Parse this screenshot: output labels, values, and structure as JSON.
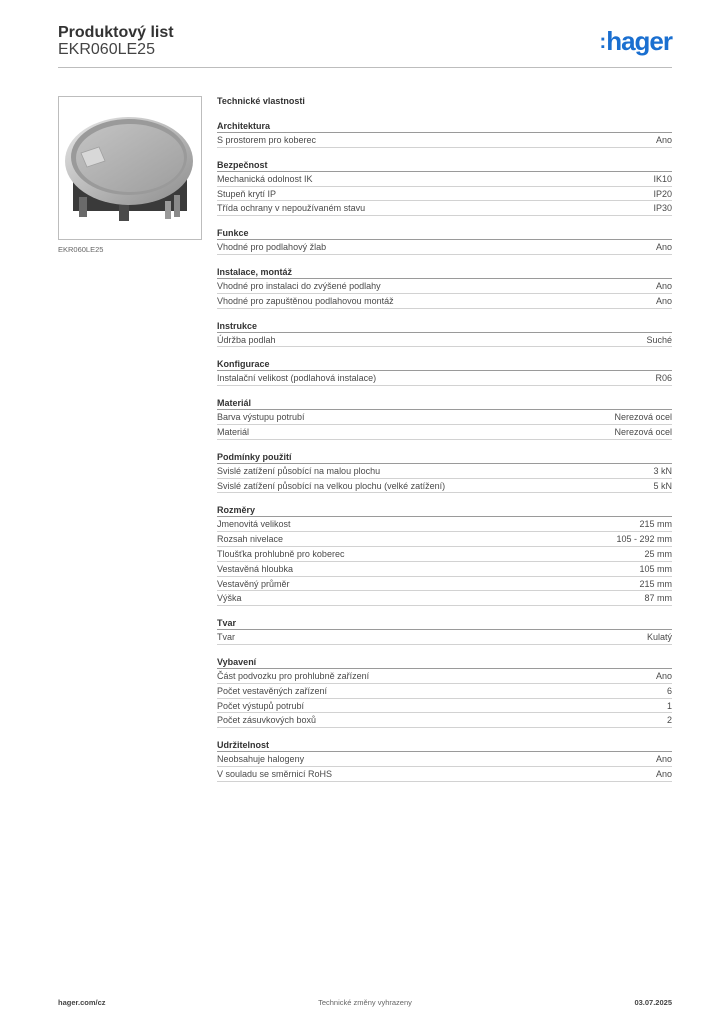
{
  "header": {
    "title": "Produktový list",
    "code": "EKR060LE25",
    "logo_text": "hager",
    "brand_color": "#1a6fd0"
  },
  "product": {
    "caption": "EKR060LE25"
  },
  "specs": {
    "title": "Technické vlastnosti",
    "sections": [
      {
        "title": "Architektura",
        "rows": [
          {
            "label": "S prostorem pro koberec",
            "value": "Ano"
          }
        ]
      },
      {
        "title": "Bezpečnost",
        "rows": [
          {
            "label": "Mechanická odolnost IK",
            "value": "IK10"
          },
          {
            "label": "Stupeň krytí IP",
            "value": "IP20"
          },
          {
            "label": "Třída ochrany v nepoužívaném stavu",
            "value": "IP30"
          }
        ]
      },
      {
        "title": "Funkce",
        "rows": [
          {
            "label": "Vhodné pro podlahový žlab",
            "value": "Ano"
          }
        ]
      },
      {
        "title": "Instalace, montáž",
        "rows": [
          {
            "label": "Vhodné pro instalaci do zvýšené podlahy",
            "value": "Ano"
          },
          {
            "label": "Vhodné pro zapuštěnou podlahovou montáž",
            "value": "Ano"
          }
        ]
      },
      {
        "title": "Instrukce",
        "rows": [
          {
            "label": "Údržba podlah",
            "value": "Suché"
          }
        ]
      },
      {
        "title": "Konfigurace",
        "rows": [
          {
            "label": "Instalační velikost (podlahová instalace)",
            "value": "R06"
          }
        ]
      },
      {
        "title": "Materiál",
        "rows": [
          {
            "label": "Barva výstupu potrubí",
            "value": "Nerezová ocel"
          },
          {
            "label": "Materiál",
            "value": "Nerezová ocel"
          }
        ]
      },
      {
        "title": "Podmínky použití",
        "rows": [
          {
            "label": "Svislé zatížení působící na malou plochu",
            "value": "3 kN"
          },
          {
            "label": "Svislé zatížení působící na velkou plochu (velké zatížení)",
            "value": "5 kN"
          }
        ]
      },
      {
        "title": "Rozměry",
        "rows": [
          {
            "label": "Jmenovitá velikost",
            "value": "215 mm"
          },
          {
            "label": "Rozsah nivelace",
            "value": "105 - 292 mm"
          },
          {
            "label": "Tloušťka prohlubně pro koberec",
            "value": "25 mm"
          },
          {
            "label": "Vestavěná hloubka",
            "value": "105 mm"
          },
          {
            "label": "Vestavěný průměr",
            "value": "215 mm"
          },
          {
            "label": "Výška",
            "value": "87 mm"
          }
        ]
      },
      {
        "title": "Tvar",
        "rows": [
          {
            "label": "Tvar",
            "value": "Kulatý"
          }
        ]
      },
      {
        "title": "Vybavení",
        "rows": [
          {
            "label": "Část podvozku pro prohlubně zařízení",
            "value": "Ano"
          },
          {
            "label": "Počet vestavěných zařízení",
            "value": "6"
          },
          {
            "label": "Počet výstupů potrubí",
            "value": "1"
          },
          {
            "label": "Počet zásuvkových boxů",
            "value": "2"
          }
        ]
      },
      {
        "title": "Udržitelnost",
        "rows": [
          {
            "label": "Neobsahuje halogeny",
            "value": "Ano"
          },
          {
            "label": "V souladu se směrnicí RoHS",
            "value": "Ano"
          }
        ]
      }
    ]
  },
  "footer": {
    "website": "hager.com/cz",
    "notice": "Technické změny vyhrazeny",
    "date": "03.07.2025"
  }
}
